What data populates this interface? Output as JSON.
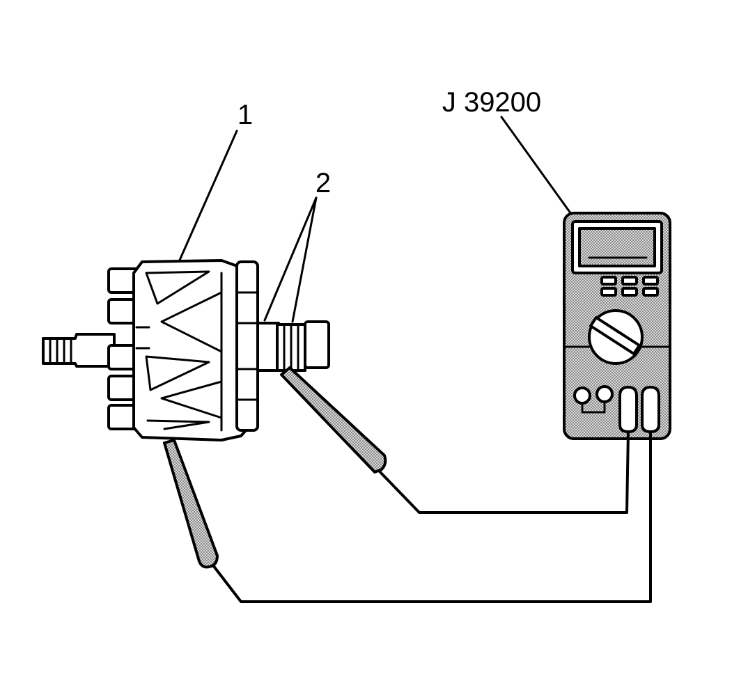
{
  "labels": {
    "rotor": "1",
    "slip_rings": "2",
    "meter": "J 39200"
  },
  "colors": {
    "line": "#000000",
    "background": "#ffffff",
    "stipple": "#bdbdbd"
  }
}
